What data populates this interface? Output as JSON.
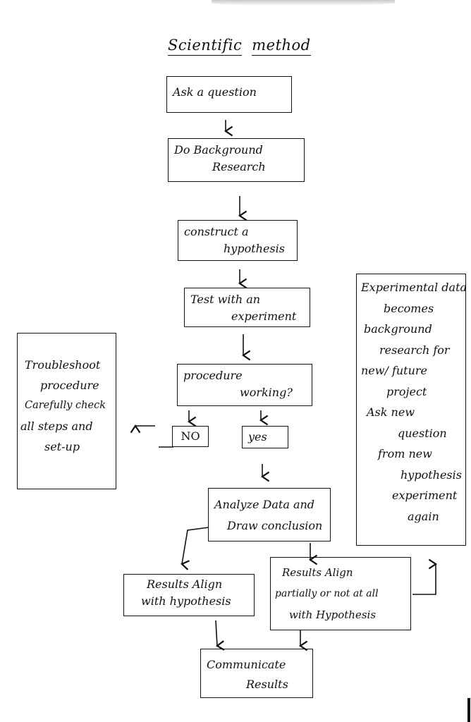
{
  "diagram": {
    "title": [
      "Scientific",
      "method"
    ],
    "type": "flowchart",
    "nodes": {
      "ask": [
        "Ask a question"
      ],
      "research": [
        "Do Background",
        "Research"
      ],
      "hypothesis": [
        "construct a",
        "hypothesis"
      ],
      "test": [
        "Test with an",
        "experiment"
      ],
      "procedure": [
        "procedure",
        "working?"
      ],
      "no": [
        "NO"
      ],
      "yes": [
        "yes"
      ],
      "troubleshoot": [
        "Troubleshoot",
        "procedure",
        "Carefully check",
        "all steps and",
        "set-up"
      ],
      "analyze": [
        "Analyze Data and",
        "Draw conclusion"
      ],
      "align": [
        "Results Align",
        "with hypothesis"
      ],
      "partial": [
        "Results Align",
        "partially or not at all",
        "with Hypothesis"
      ],
      "iterate": [
        "Experimental data",
        "becomes",
        "background",
        "research for",
        "new/ future",
        "project",
        "Ask new",
        "question",
        "from new",
        "hypothesis",
        "experiment",
        "again"
      ],
      "communicate": [
        "Communicate",
        "Results"
      ]
    },
    "edges": [
      [
        "ask",
        "research"
      ],
      [
        "research",
        "hypothesis"
      ],
      [
        "hypothesis",
        "test"
      ],
      [
        "test",
        "procedure"
      ],
      [
        "procedure",
        "no"
      ],
      [
        "procedure",
        "yes"
      ],
      [
        "no",
        "troubleshoot"
      ],
      [
        "yes",
        "analyze"
      ],
      [
        "analyze",
        "align"
      ],
      [
        "analyze",
        "partial"
      ],
      [
        "partial",
        "iterate"
      ],
      [
        "align",
        "communicate"
      ],
      [
        "partial",
        "communicate"
      ]
    ]
  }
}
